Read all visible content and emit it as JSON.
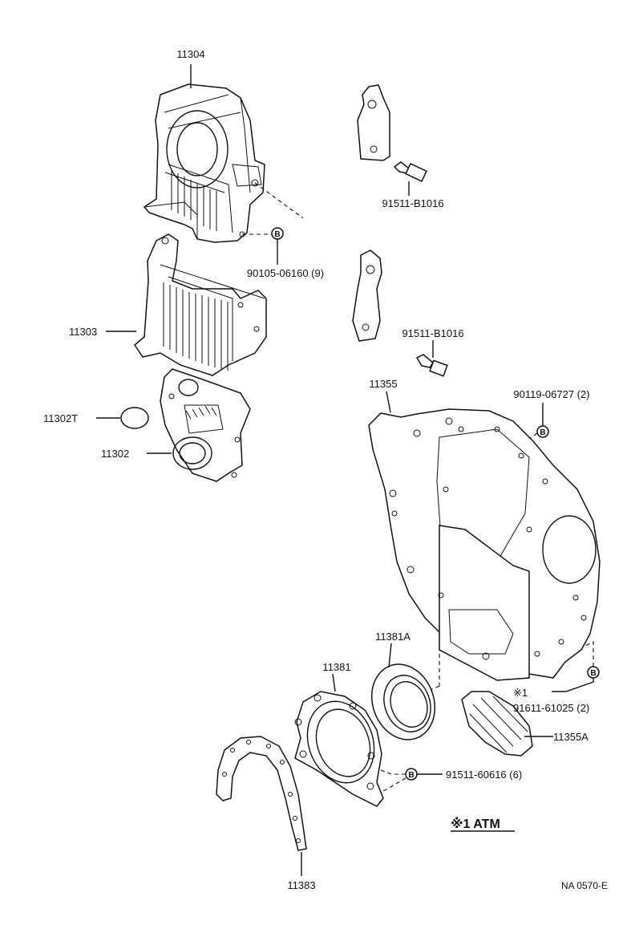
{
  "parts": {
    "p11304": "11304",
    "p11303": "11303",
    "p11302T": "11302T",
    "p11302": "11302",
    "bolt_top": "91511-B1016",
    "bolt_mid": "91511-B1016",
    "bolt_cover": "90105-06160 (9)",
    "p11355": "11355",
    "bolt_plate": "90119-06727 (2)",
    "p11381A": "11381A",
    "p11381": "11381",
    "screw_atm": "91611-61025 (2)",
    "star_mark": "※1",
    "p11355A": "11355A",
    "bolt_retainer": "91511-60616 (6)",
    "p11383": "11383"
  },
  "callouts": {
    "b1": "B",
    "b2": "B",
    "b3": "B",
    "b4": "B"
  },
  "note": "※1 ATM",
  "diagram_code": "NA 0570-E"
}
